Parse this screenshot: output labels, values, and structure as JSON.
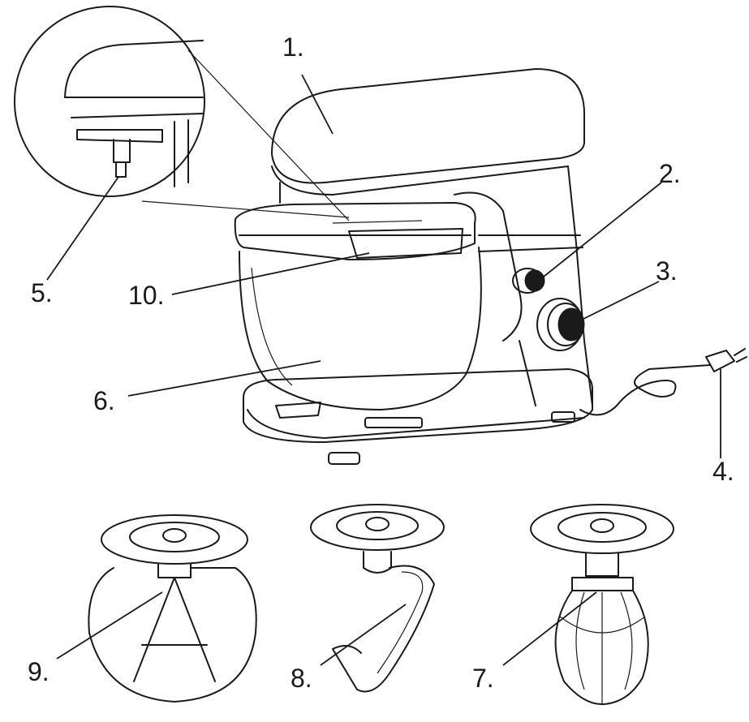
{
  "callouts": {
    "c1": "1.",
    "c2": "2.",
    "c3": "3.",
    "c4": "4.",
    "c5": "5.",
    "c6": "6.",
    "c7": "7.",
    "c8": "8.",
    "c9": "9.",
    "c10": "10."
  },
  "colors": {
    "ink": "#1a1a1a",
    "background": "#ffffff"
  }
}
